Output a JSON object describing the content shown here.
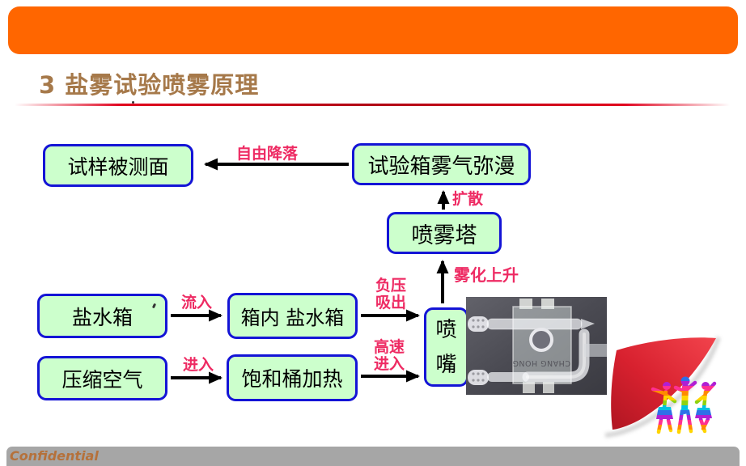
{
  "slide": {
    "title": "3 盐雾试验喷雾原理",
    "footer_label": "Confidential"
  },
  "diagram": {
    "boxes": {
      "sample_surface": "试样被测面",
      "chamber_mist": "试验箱雾气弥漫",
      "spray_tower": "喷雾塔",
      "salt_tank": "盐水箱",
      "inner_salt_tank": "箱内 盐水箱",
      "nozzle": "喷嘴",
      "compressed_air": "压缩空气",
      "saturator_heating": "饱和桶加热"
    },
    "arrow_labels": {
      "free_fall": "自由降落",
      "diffusion": "扩散",
      "atomize_rise": "雾化上升",
      "flow_in": "流入",
      "vacuum_suction": "负压吸出",
      "enter": "进入",
      "highspeed_enter": "高速进入"
    }
  },
  "photo": {
    "engraving": "CHANG HONG"
  },
  "colors": {
    "header_orange": "#ff6600",
    "box_fill": "#ccffcc",
    "box_border": "#1414d6",
    "arrow_label_pink": "#ee2b63",
    "title_brown": "#a6794a",
    "footer_gray": "#a6a6a6",
    "curl_red": "#d8212f"
  }
}
